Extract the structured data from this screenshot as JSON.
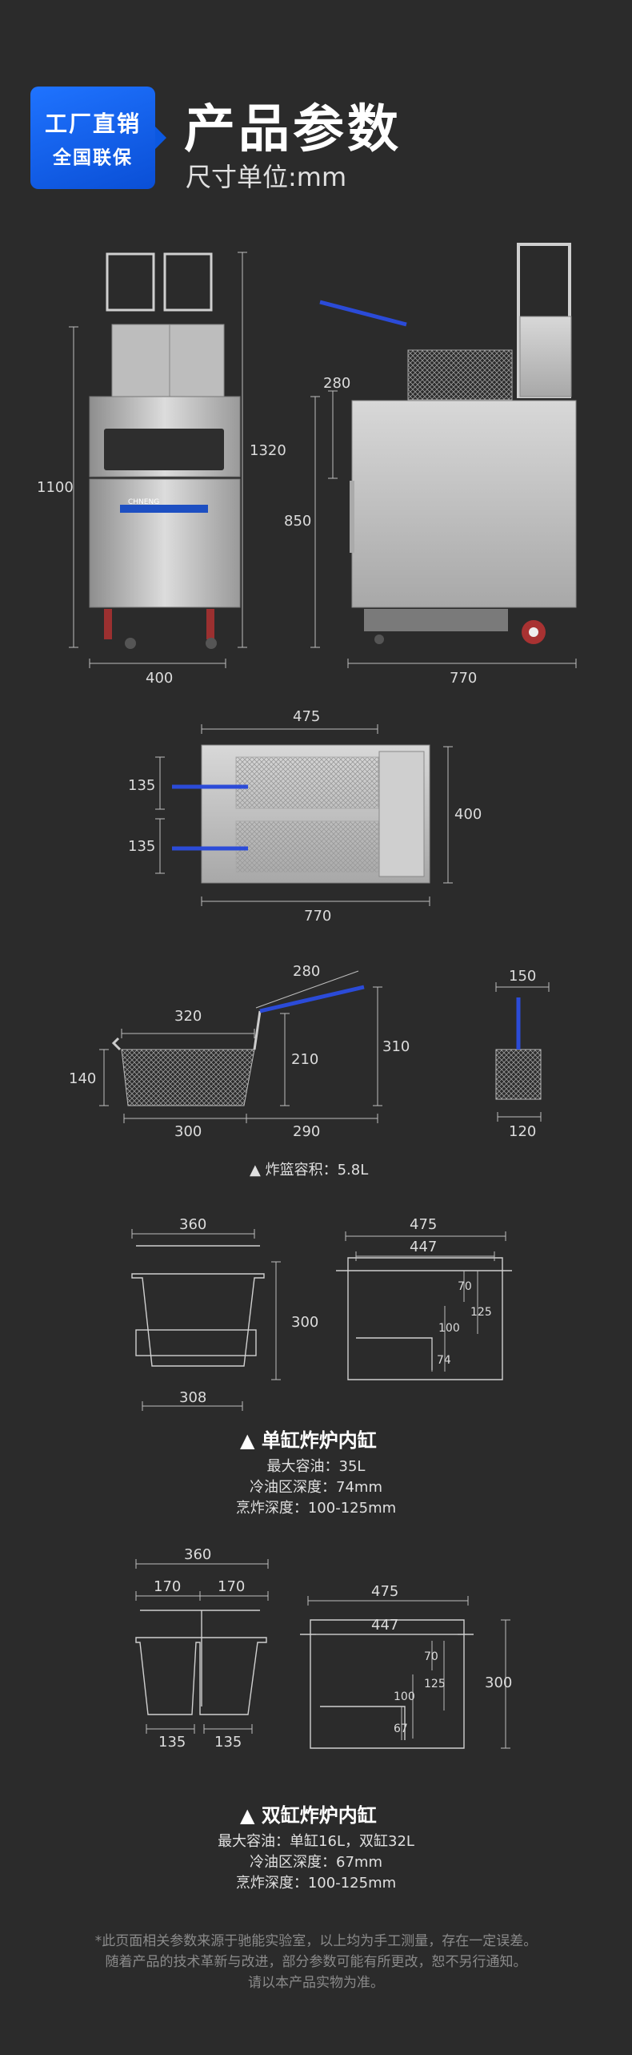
{
  "header": {
    "badge_line1": "工厂直销",
    "badge_line2": "全国联保",
    "title": "产品参数",
    "subtitle": "尺寸单位:mm"
  },
  "front_view": {
    "height_total": "1320",
    "height_body": "1100",
    "width": "400",
    "brand": "CHNENG"
  },
  "side_view": {
    "basket_height": "280",
    "body_height": "850",
    "depth": "770"
  },
  "top_view": {
    "basket_width": "475",
    "slot1": "135",
    "slot2": "135",
    "width": "400",
    "depth": "770"
  },
  "basket_view": {
    "handle": "280",
    "top_length": "320",
    "inner_height": "210",
    "overall_height": "310",
    "side_height": "140",
    "bottom_length": "300",
    "handle_span": "290",
    "front_top": "150",
    "front_bottom": "120",
    "caption": "▲ 炸篮容积：5.8L"
  },
  "single_tank": {
    "w_top": "360",
    "w_bottom": "308",
    "len": "475",
    "inner_len": "447",
    "depth": "300",
    "d70": "70",
    "d125": "125",
    "d100": "100",
    "d74": "74",
    "title": "▲ 单缸炸炉内缸",
    "lines": [
      "最大容油：35L",
      "冷油区深度：74mm",
      "烹炸深度：100-125mm"
    ]
  },
  "double_tank": {
    "w_top": "360",
    "w_left": "170",
    "w_right": "170",
    "b_left": "135",
    "b_right": "135",
    "len": "475",
    "inner_len": "447",
    "depth": "300",
    "d70": "70",
    "d125": "125",
    "d100": "100",
    "d67": "67",
    "title": "▲ 双缸炸炉内缸",
    "lines": [
      "最大容油：单缸16L，双缸32L",
      "冷油区深度：67mm",
      "烹炸深度：100-125mm"
    ]
  },
  "footer": {
    "line1": "*此页面相关参数来源于驰能实验室，以上均为手工测量，存在一定误差。",
    "line2": "随着产品的技术革新与改进，部分参数可能有所更改，恕不另行通知。",
    "line3": "请以本产品实物为准。"
  },
  "colors": {
    "badge": "#1565f0",
    "handle_blue": "#2b4bd8",
    "background": "#2b2b2b"
  }
}
